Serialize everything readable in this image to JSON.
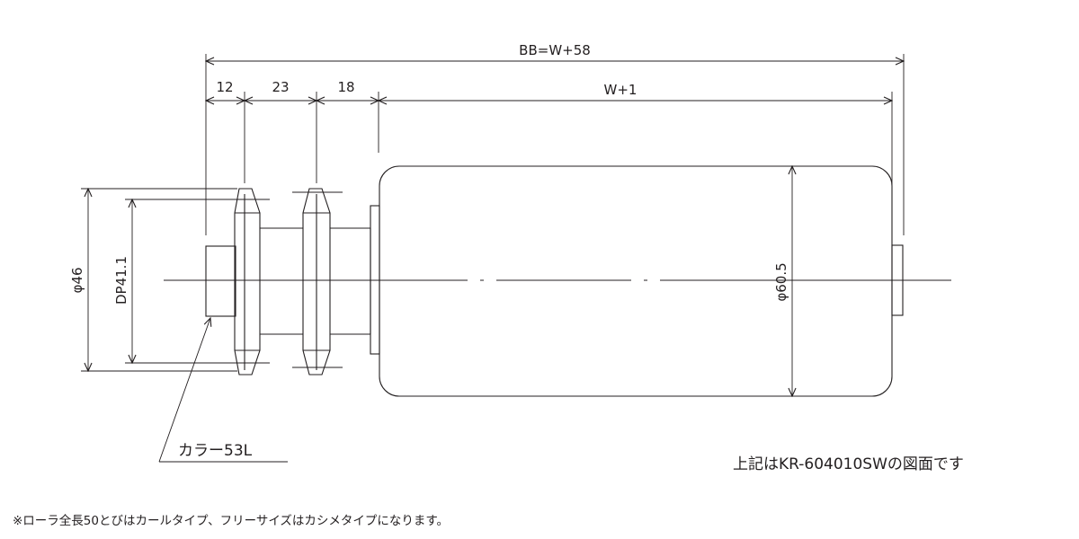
{
  "dimensions": {
    "overall": "BB=W+58",
    "collar": "12",
    "between_sprockets": "23",
    "hub": "18",
    "tube_length": "W+1",
    "sprocket_outer_dia": "φ46",
    "pitch_dia": "DP41.1",
    "tube_dia": "φ60.5"
  },
  "labels": {
    "collar_label": "カラー53L",
    "caption": "上記はKR-604010SWの図面です"
  },
  "footnote": "※ローラ全長50とびはカールタイプ、フリーサイズはカシメタイプになります。"
}
